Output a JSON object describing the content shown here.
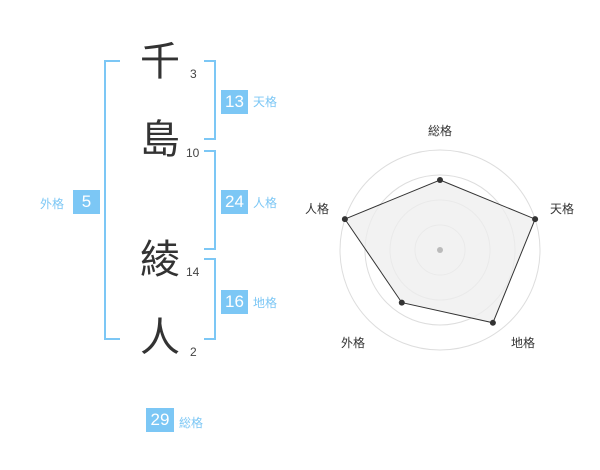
{
  "name": {
    "chars": [
      {
        "char": "千",
        "strokes": "3"
      },
      {
        "char": "島",
        "strokes": "10"
      },
      {
        "char": "綾",
        "strokes": "14"
      },
      {
        "char": "人",
        "strokes": "2"
      }
    ]
  },
  "fortune": {
    "tenkaku": {
      "label": "天格",
      "value": "13"
    },
    "jinkaku": {
      "label": "人格",
      "value": "24"
    },
    "chikaku": {
      "label": "地格",
      "value": "16"
    },
    "gaikaku": {
      "label": "外格",
      "value": "5"
    },
    "soukaku": {
      "label": "総格",
      "value": "29"
    }
  },
  "chart_data": {
    "type": "radar",
    "axes": [
      "総格",
      "天格",
      "地格",
      "外格",
      "人格"
    ],
    "values": [
      0.7,
      1.0,
      0.9,
      0.65,
      1.0
    ],
    "max": 1.0,
    "rings": 4,
    "colors": {
      "fill": "#eeeeee",
      "line": "#333333",
      "ring": "#dddddd",
      "point": "#333333",
      "center": "#bbbbbb"
    }
  }
}
